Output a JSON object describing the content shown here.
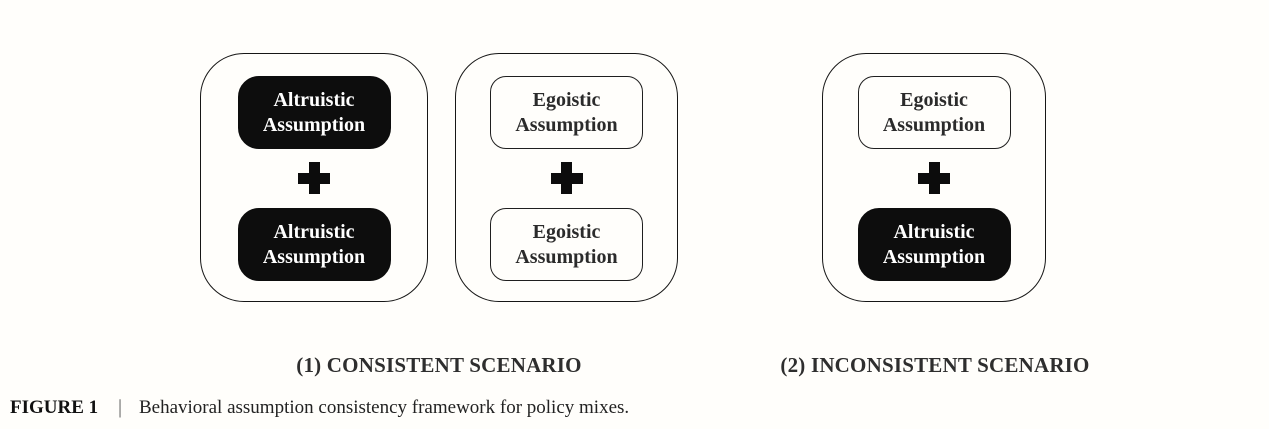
{
  "figure": {
    "caption": {
      "label": "FIGURE 1",
      "separator": "|",
      "text": "Behavioral assumption consistency framework for policy mixes."
    },
    "scenario_labels": [
      {
        "text": "(1) CONSISTENT SCENARIO"
      },
      {
        "text": "(2) INCONSISTENT SCENARIO"
      }
    ],
    "panels": [
      {
        "scenario": "consistent",
        "operator_icon": "plus-icon",
        "boxes": [
          {
            "label": "Altruistic Assumption",
            "variant": "filled"
          },
          {
            "label": "Altruistic Assumption",
            "variant": "filled"
          }
        ]
      },
      {
        "scenario": "consistent",
        "operator_icon": "plus-icon",
        "boxes": [
          {
            "label": "Egoistic Assumption",
            "variant": "outline"
          },
          {
            "label": "Egoistic Assumption",
            "variant": "outline"
          }
        ]
      },
      {
        "scenario": "inconsistent",
        "operator_icon": "plus-icon",
        "boxes": [
          {
            "label": "Egoistic Assumption",
            "variant": "outline"
          },
          {
            "label": "Altruistic Assumption",
            "variant": "filled"
          }
        ]
      }
    ],
    "colors": {
      "background": "#fffefb",
      "panel_border": "#161616",
      "box_filled_bg": "#0d0d0d",
      "box_filled_text": "#ffffff",
      "box_outline_border": "#1f1f1f",
      "box_outline_text": "#2b2b2b",
      "plus_icon": "#0c0c0c",
      "scenario_label_text": "#2e2e2e",
      "caption_text": "#1d1d1d"
    }
  }
}
